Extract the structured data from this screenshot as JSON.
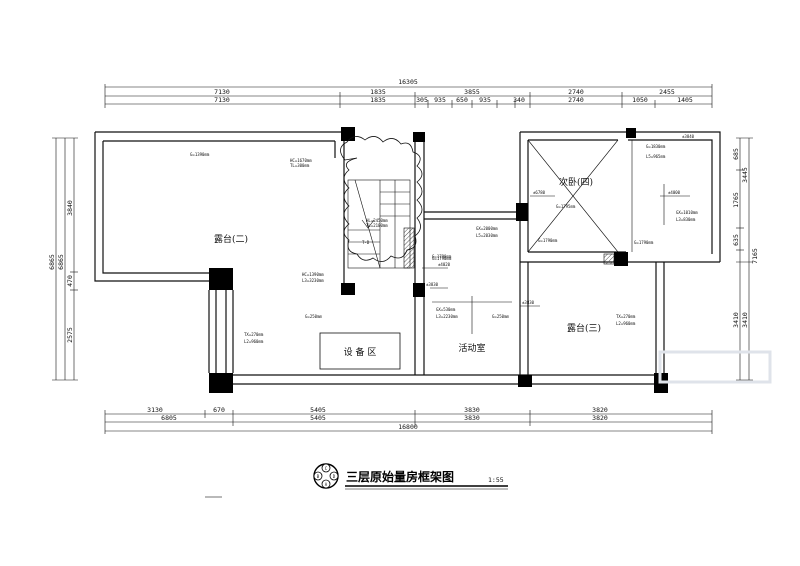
{
  "drawing": {
    "title": "三层原始量房框架图",
    "scale": "1:55",
    "logo_letters": [
      "C",
      "B",
      "D",
      "A"
    ]
  },
  "dimensions": {
    "top_overall": "16305",
    "top_row1": [
      "7130",
      "1835",
      "3855",
      "2740",
      "2455"
    ],
    "top_row2": [
      "7130",
      "1835",
      "305",
      "935",
      "650",
      "935",
      "340",
      "2740",
      "1050",
      "1405"
    ],
    "bottom_row1": [
      "3130",
      "670",
      "5405",
      "3830",
      "3820"
    ],
    "bottom_row2": [
      "6805",
      "5405",
      "3830",
      "3820"
    ],
    "bottom_overall": "16800",
    "left": [
      "6865",
      "6865",
      "3840",
      "470",
      "2575"
    ],
    "right": [
      "685",
      "1765",
      "3445",
      "635",
      "7165",
      "3410",
      "3410"
    ]
  },
  "rooms": {
    "terrace_2": "露台(二)",
    "terrace_3": "露台(三)",
    "equipment": "设 备 区",
    "activity": "活动室",
    "bedroom_4": "次卧(四)"
  },
  "elevations": {
    "a": "±4020",
    "b": "±3830",
    "c": "±3830",
    "d": "±6780",
    "e": "±4000",
    "f": "±3840"
  },
  "notes": {
    "n1": "G=1390mm",
    "n2": "HC=1670mm",
    "n3": "TL=300mm",
    "n4": "HL=2450mm",
    "n5": "TL=2100mm",
    "n6": "HC=1390mm",
    "n7": "L3=3230mm",
    "n8": "G=1790mm",
    "n9": "GX=2000mm",
    "n10": "L5=2030mm",
    "n11": "G=1790mm",
    "n12": "TX=270mm",
    "n13": "L2=960mm",
    "n14": "GX=530mm",
    "n15": "L3=2230mm",
    "n16": "G=250mm",
    "n17": "G=1795mm",
    "n18": "L5=965mm",
    "n19": "G=1830mm",
    "n20": "GX=1010mm",
    "n21": "L3=830mm",
    "n22": "G=1790mm",
    "n23": "TX=270mm",
    "n24": "L2=960mm",
    "n25": "G=250mm",
    "n26": "G=1790mm",
    "n27": "T-D"
  },
  "colors": {
    "line": "#111111",
    "column": "#000000",
    "hatch": "#555555",
    "watermark": "#dfe3ea"
  }
}
